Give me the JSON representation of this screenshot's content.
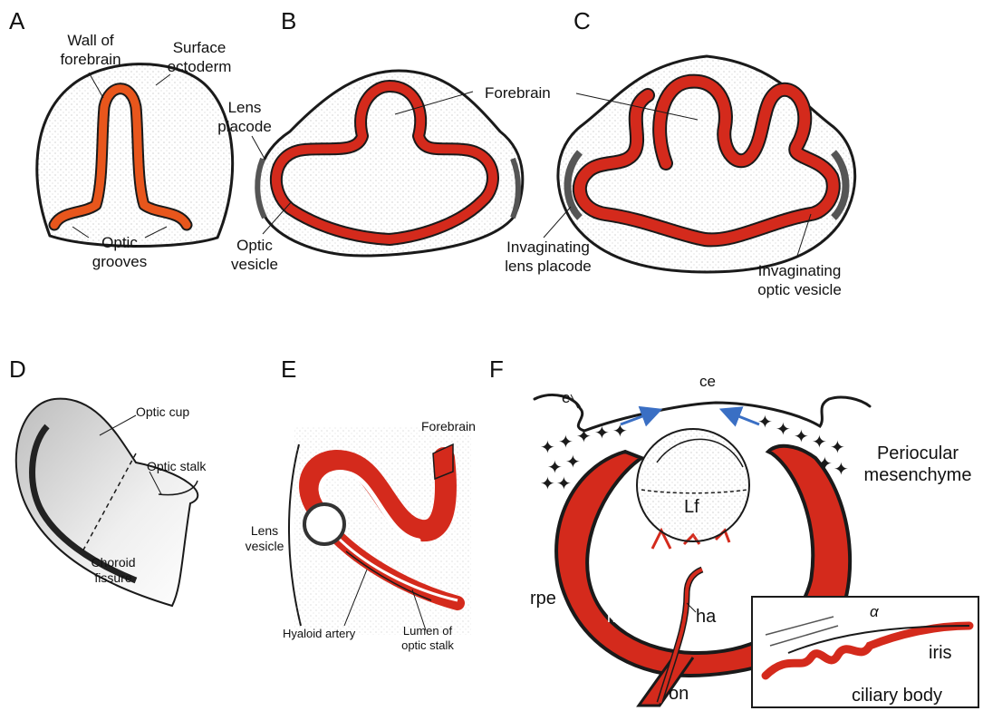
{
  "panels": [
    "A",
    "B",
    "C",
    "D",
    "E",
    "F"
  ],
  "labels": {
    "a_wall": [
      "Wall of",
      "forebrain"
    ],
    "a_surface": [
      "Surface",
      "ectoderm"
    ],
    "a_optic_grooves": [
      "Optic",
      "grooves"
    ],
    "b_lens_placode": [
      "Lens",
      "placode"
    ],
    "b_optic_vesicle": [
      "Optic",
      "vesicle"
    ],
    "forebrain": "Forebrain",
    "c_inv_lens": [
      "Invaginating",
      "lens placode"
    ],
    "c_inv_optic": [
      "Invaginating",
      "optic vesicle"
    ],
    "d_optic_cup": "Optic cup",
    "d_optic_stalk": "Optic stalk",
    "d_choroid": [
      "Choroid",
      "fissure"
    ],
    "e_forebrain": "Forebrain",
    "e_lens_vesicle": [
      "Lens",
      "vesicle"
    ],
    "e_hyaloid": "Hyaloid artery",
    "e_lumen": [
      "Lumen of",
      "optic stalk"
    ],
    "f_ce": "ce",
    "f_e": "e",
    "f_periocular": [
      "Periocular",
      "mesenchyme"
    ],
    "f_lf": "Lf",
    "f_rpe": "rpe",
    "f_nr": "nr",
    "f_ha": "ha",
    "f_on": "on",
    "f_iris": "iris",
    "f_ciliary": "ciliary body",
    "f_alpha": "α"
  },
  "colors": {
    "tissue_red": "#d42a1c",
    "tissue_orange": "#e8561c",
    "outline": "#1a1a1a",
    "arrow_blue": "#3a6fc4"
  }
}
